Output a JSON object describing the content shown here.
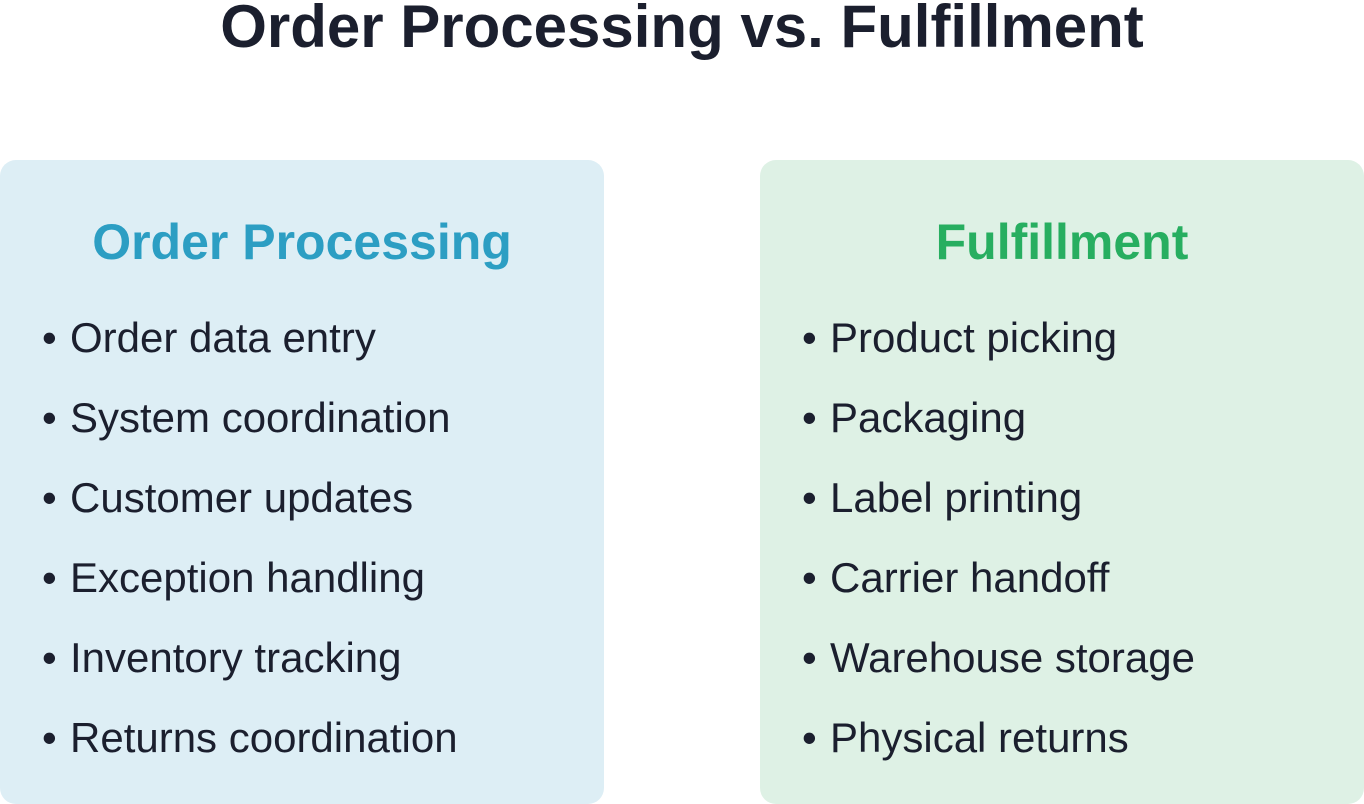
{
  "title": "Order Processing vs. Fulfillment",
  "colors": {
    "title": "#1b1f2e",
    "left_panel_bg": "#ddeef5",
    "left_heading": "#2c9ec3",
    "right_panel_bg": "#def1e5",
    "right_heading": "#27ae60",
    "item_text": "#1b1f2e"
  },
  "panels": [
    {
      "heading": "Order Processing",
      "bullet": "•",
      "items": [
        "Order data entry",
        "System coordination",
        "Customer updates",
        "Exception handling",
        "Inventory tracking",
        "Returns coordination"
      ]
    },
    {
      "heading": "Fulfillment",
      "bullet": "•",
      "items": [
        "Product picking",
        "Packaging",
        "Label printing",
        "Carrier handoff",
        "Warehouse storage",
        "Physical returns"
      ]
    }
  ]
}
